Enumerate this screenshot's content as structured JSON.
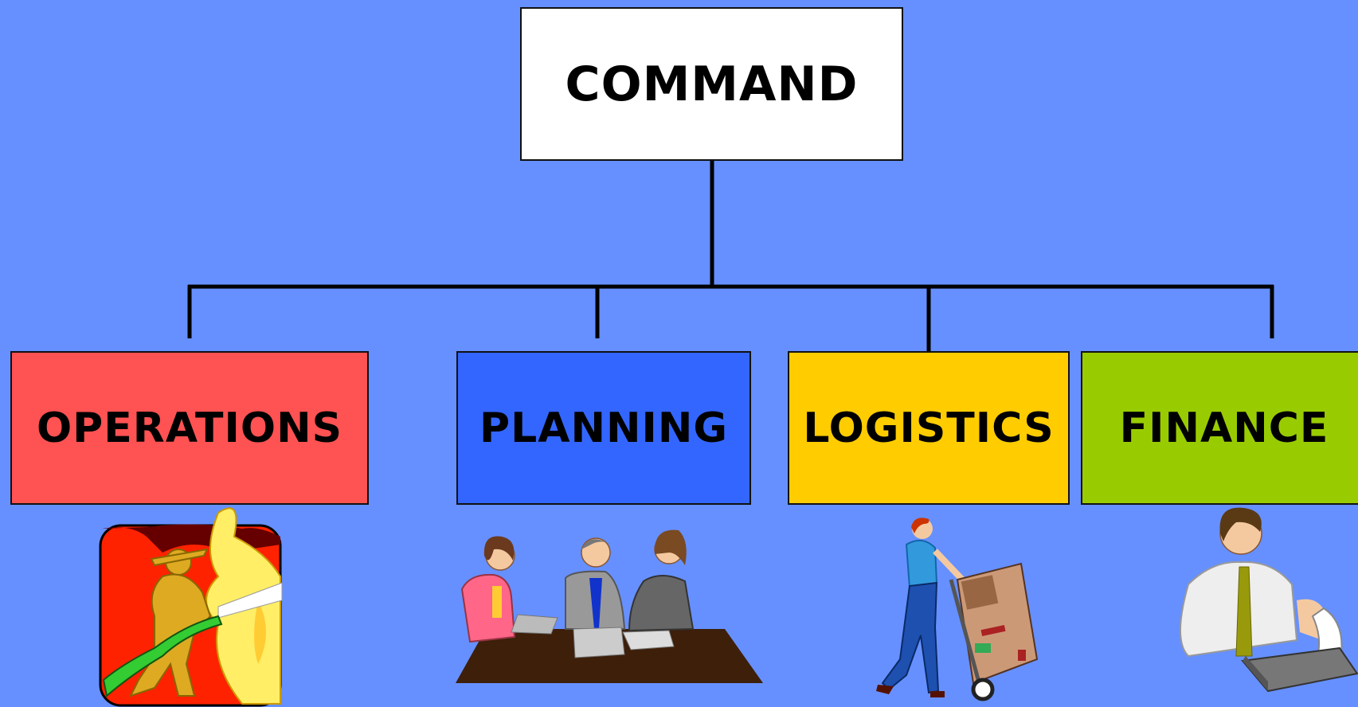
{
  "org_chart": {
    "root": {
      "label": "COMMAND"
    },
    "sections": [
      {
        "label": "OPERATIONS",
        "color": "#FF5252",
        "icon": "firefighter-icon"
      },
      {
        "label": "PLANNING",
        "color": "#3366FF",
        "icon": "meeting-icon"
      },
      {
        "label": "LOGISTICS",
        "color": "#FFCC00",
        "icon": "delivery-worker-icon"
      },
      {
        "label": "FINANCE",
        "color": "#99CC00",
        "icon": "accountant-icon"
      }
    ]
  }
}
